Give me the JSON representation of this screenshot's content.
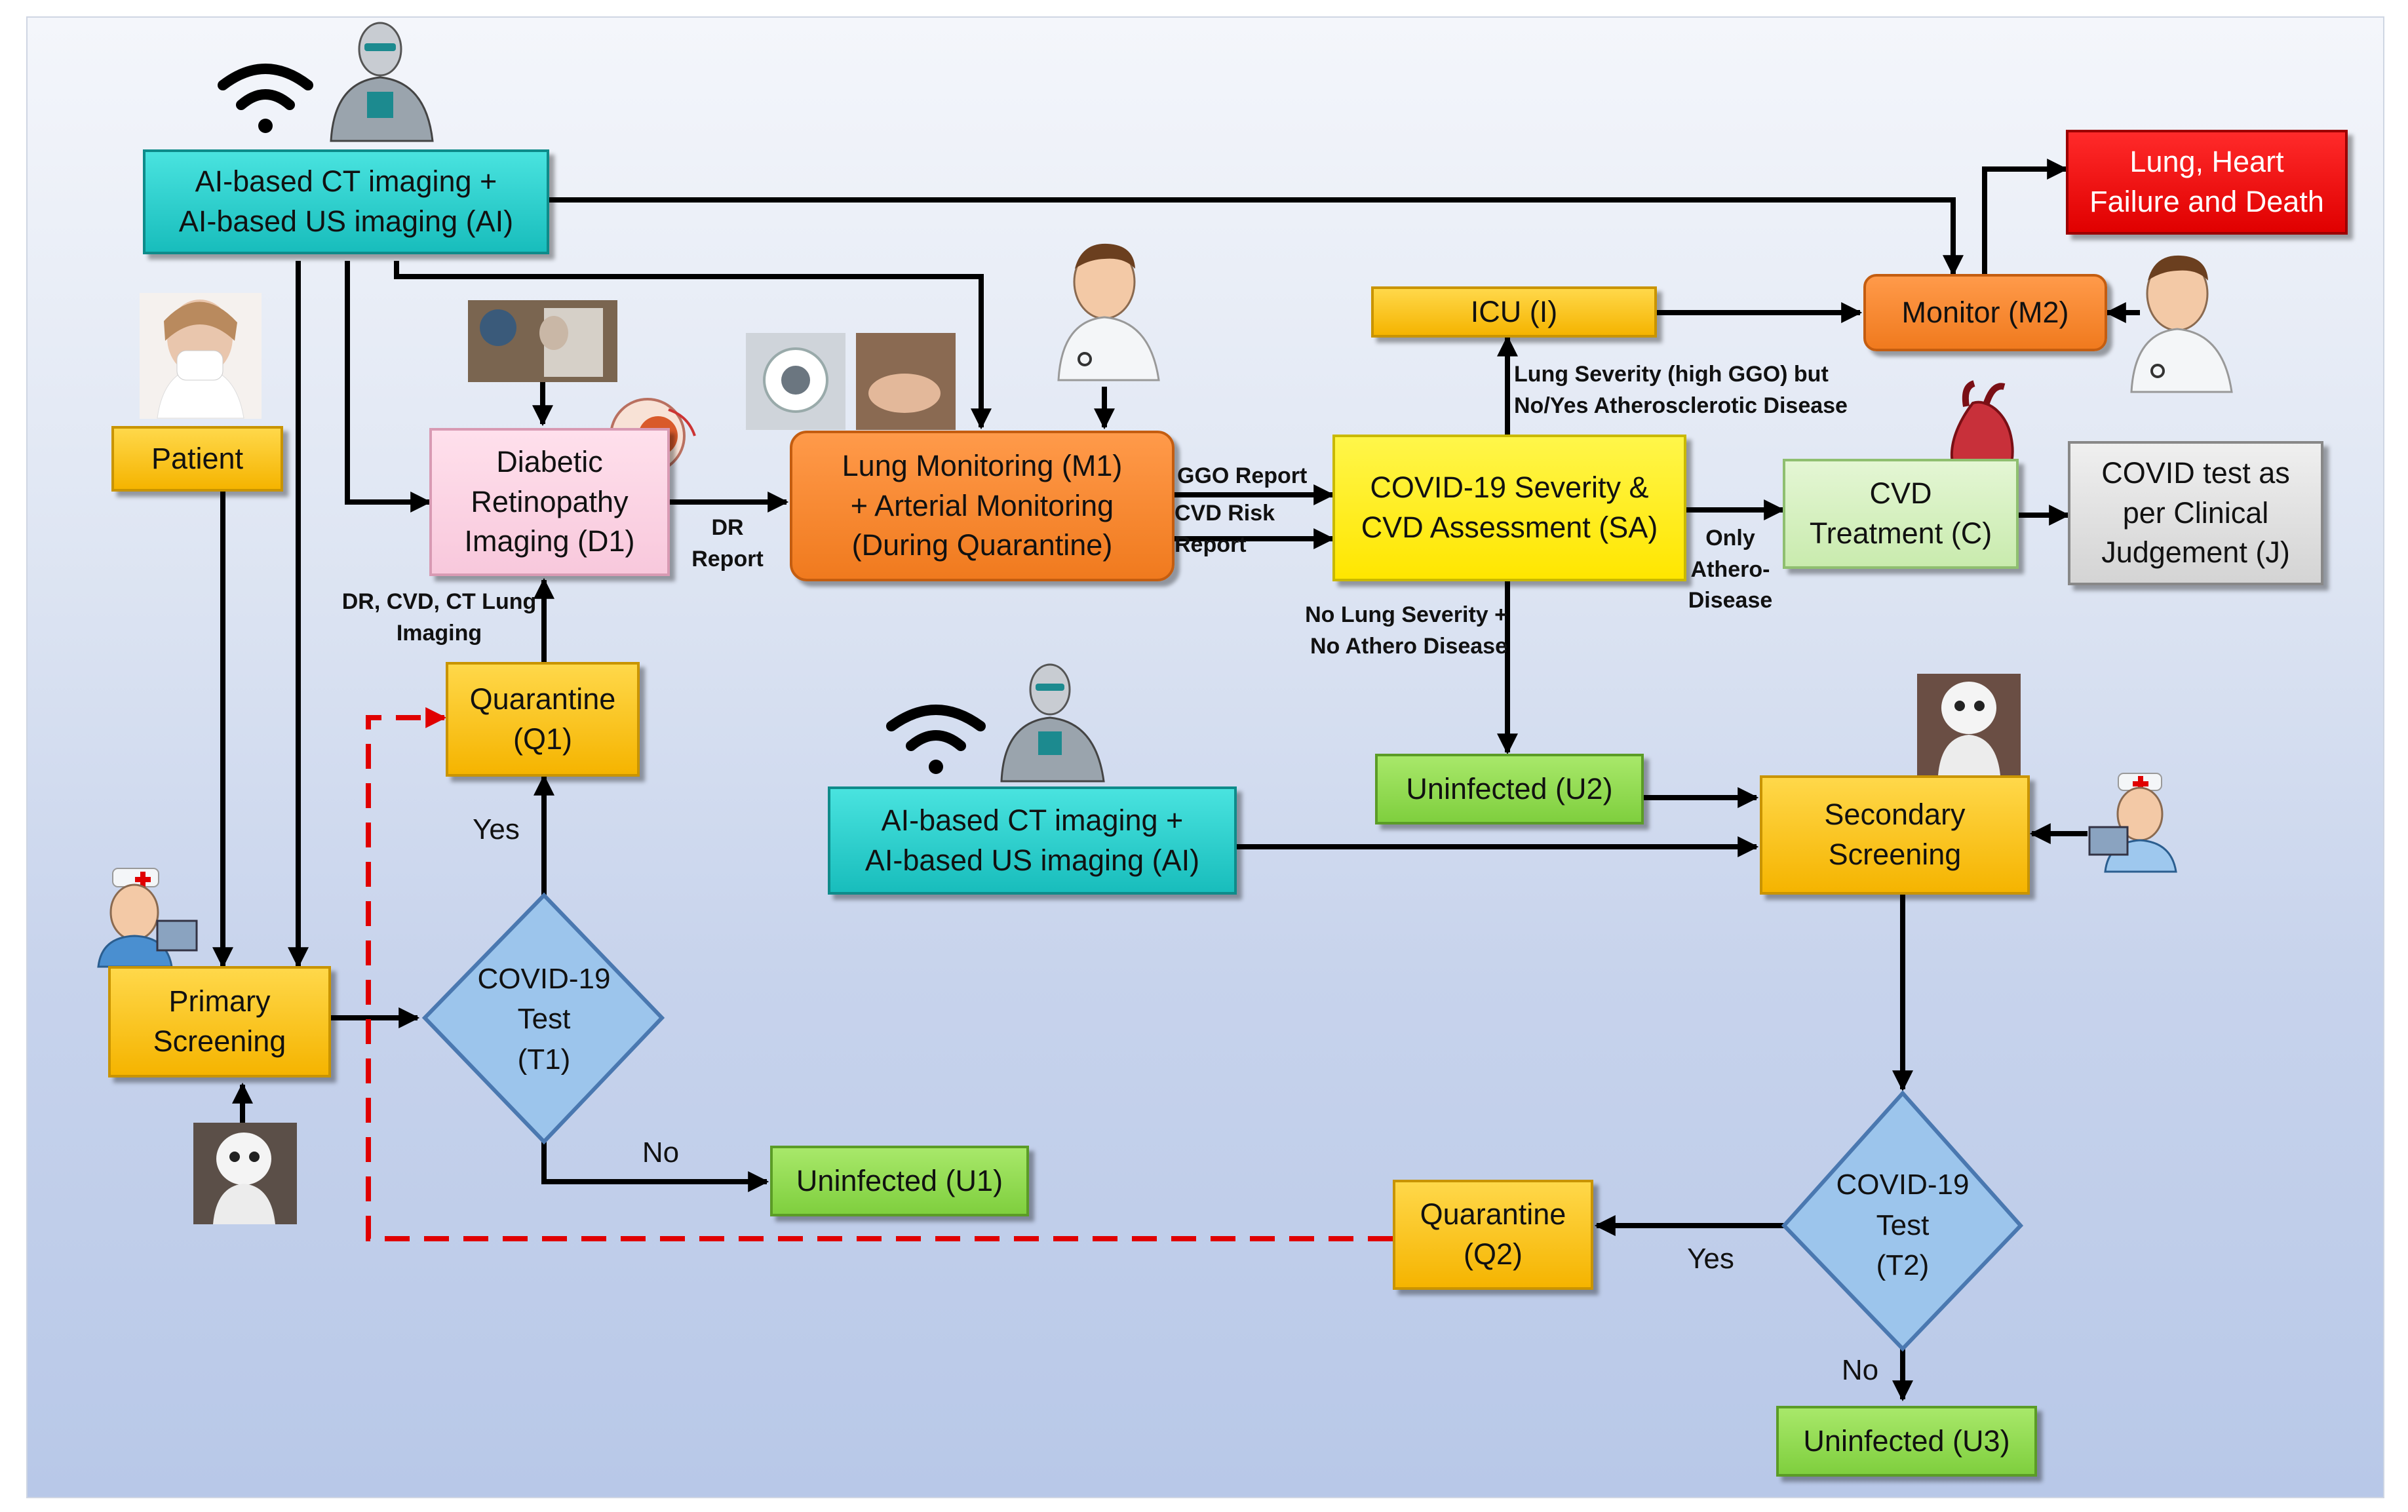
{
  "nodes": {
    "ai_top": "AI-based CT imaging +\nAI-based US imaging (AI)",
    "ai_mid": "AI-based CT imaging +\nAI-based US imaging (AI)",
    "patient": "Patient",
    "diabetic": "Diabetic\nRetinopathy\nImaging (D1)",
    "lung_mon": "Lung Monitoring (M1)\n+ Arterial Monitoring\n(During Quarantine)",
    "icu": "ICU (I)",
    "monitor": "Monitor (M2)",
    "death": "Lung, Heart\nFailure and Death",
    "severity": "COVID-19 Severity &\nCVD Assessment (SA)",
    "cvd_treat": "CVD\nTreatment (C)",
    "covid_clin": "COVID test as\nper Clinical\nJudgement (J)",
    "q1": "Quarantine\n(Q1)",
    "t1": "COVID-19\nTest\n(T1)",
    "primary": "Primary\nScreening",
    "u1": "Uninfected (U1)",
    "u2": "Uninfected (U2)",
    "secondary": "Secondary\nScreening",
    "q2": "Quarantine\n(Q2)",
    "t2": "COVID-19\nTest\n(T2)",
    "u3": "Uninfected (U3)"
  },
  "labels": {
    "dr_report": "DR\nReport",
    "dr_cvd_ct": "DR, CVD, CT Lung\nImaging",
    "ggo_report": "GGO Report",
    "cvd_risk": "CVD Risk Report",
    "lung_severity": "Lung Severity (high GGO) but\nNo/Yes Atherosclerotic Disease",
    "only_athero": "Only\nAthero-\nDisease",
    "no_lung": "No Lung Severity +\nNo Athero Disease",
    "yes1": "Yes",
    "no1": "No",
    "yes2": "Yes",
    "no2": "No"
  },
  "icons": [
    "wifi-icon",
    "robot-icon",
    "doctor-icon",
    "nurse-icon",
    "heart-icon",
    "eye-icon",
    "sneezing-patient-photo",
    "ct-scanner-photo",
    "elderly-patient-photo",
    "humanoid-robot-photo"
  ],
  "colors": {
    "yellow": "#f5b400",
    "teal": "#18bdbc",
    "green": "#7fcf3e",
    "orange": "#f07a1e",
    "red": "#e00000",
    "dashed_link": "#e00000"
  }
}
